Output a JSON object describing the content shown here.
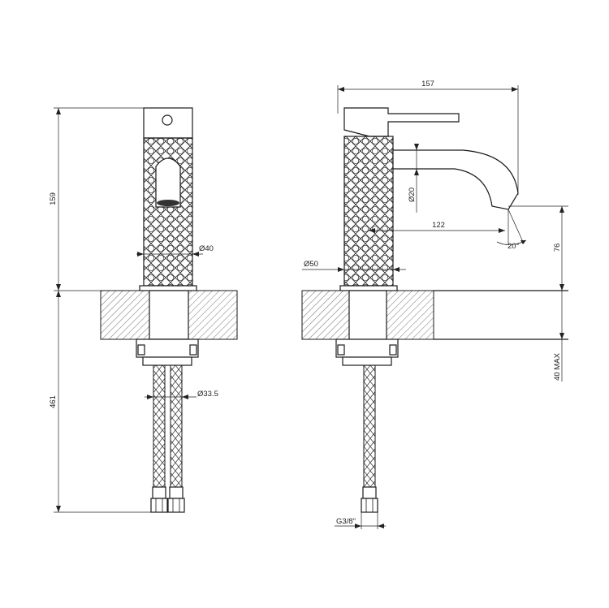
{
  "colors": {
    "stroke": "#1a1a1a",
    "background": "#ffffff"
  },
  "front_view": {
    "height_dim": "159",
    "below_dim": "461",
    "body_diameter": "Ø40",
    "hose_diameter": "Ø33.5"
  },
  "side_view": {
    "width_dim": "157",
    "spout_diameter": "Ø20",
    "spout_reach": "122",
    "angle": "20°",
    "base_diameter": "Ø50",
    "spout_height": "76",
    "max_thickness": "40 MAX",
    "thread": "G3/8\""
  }
}
